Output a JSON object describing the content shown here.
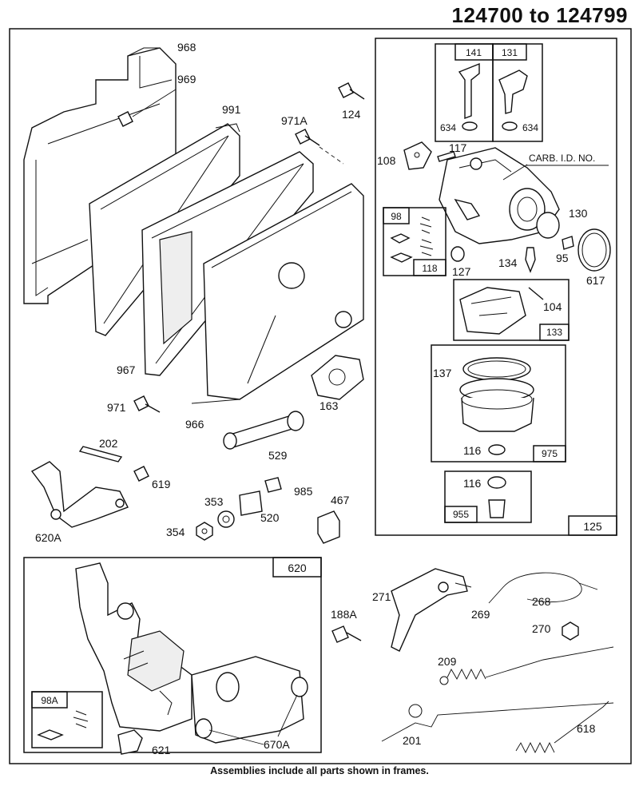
{
  "title": "124700 to 124799",
  "footer_note": "Assemblies include all parts shown in frames.",
  "frame_labels": {
    "carburetor_kit": "125",
    "control_assembly": "620",
    "needle_valve_a": "141",
    "needle_valve_b": "131",
    "screw_kit": "98",
    "screw_kit_inner": "118",
    "float_bowl_part": "133",
    "float_bowl_kit": "975",
    "bowl_nut_kit": "955",
    "screw_kit_control": "98A"
  },
  "carb_id_label": "CARB. I.D. NO.",
  "part_labels": {
    "p968": "968",
    "p969": "969",
    "p991": "991",
    "p971A": "971A",
    "p124": "124",
    "p967": "967",
    "p971": "971",
    "p966": "966",
    "p163": "163",
    "p529": "529",
    "p202": "202",
    "p619": "619",
    "p620A": "620A",
    "p353": "353",
    "p354": "354",
    "p520": "520",
    "p985": "985",
    "p467": "467",
    "p634a": "634",
    "p634b": "634",
    "p108": "108",
    "p117": "117",
    "p130": "130",
    "p127": "127",
    "p134": "134",
    "p95": "95",
    "p617": "617",
    "p104": "104",
    "p137": "137",
    "p116a": "116",
    "p116b": "116",
    "p271": "271",
    "p268": "268",
    "p269": "269",
    "p188A": "188A",
    "p270": "270",
    "p209": "209",
    "p201": "201",
    "p618": "618",
    "p621": "621",
    "p670A": "670A"
  }
}
